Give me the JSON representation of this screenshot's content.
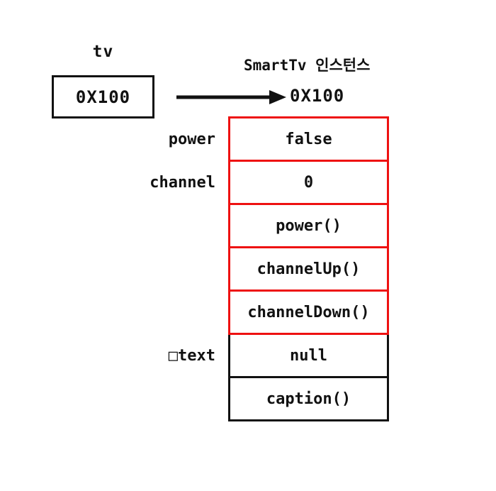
{
  "diagram": {
    "variable": {
      "name": "tv",
      "value": "0X100"
    },
    "instance": {
      "title": "SmartTv 인스턴스",
      "address": "0X100",
      "rows": [
        {
          "label": "power",
          "value": "false",
          "section": "red"
        },
        {
          "label": "channel",
          "value": "0",
          "section": "red"
        },
        {
          "label": "",
          "value": "power()",
          "section": "red"
        },
        {
          "label": "",
          "value": "channelUp()",
          "section": "red"
        },
        {
          "label": "",
          "value": "channelDown()",
          "section": "red"
        },
        {
          "label": "□text",
          "value": "null",
          "section": "black"
        },
        {
          "label": "",
          "value": "caption()",
          "section": "black"
        }
      ]
    },
    "colors": {
      "highlight_border": "#ee1111",
      "line": "#111111",
      "background": "#ffffff"
    }
  }
}
